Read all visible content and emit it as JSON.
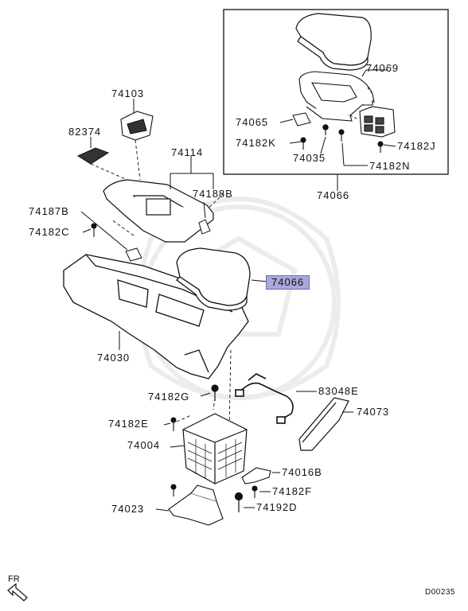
{
  "callouts": {
    "p74103": "74103",
    "p82374": "82374",
    "p74114": "74114",
    "p74188B": "74188B",
    "p74187B": "74187B",
    "p74182C": "74182C",
    "p74066_hl": "74066",
    "p74030": "74030",
    "p74182G": "74182G",
    "p83048E": "83048E",
    "p74182E": "74182E",
    "p74073": "74073",
    "p74004": "74004",
    "p74016B": "74016B",
    "p74182F": "74182F",
    "p74023": "74023",
    "p74192D": "74192D",
    "p74069": "74069",
    "p74065": "74065",
    "p74182K": "74182K",
    "p74182J": "74182J",
    "p74035": "74035",
    "p74182N": "74182N",
    "p74066_box": "74066"
  },
  "footer": {
    "fr_label": "FR",
    "diagram_code": "D00235"
  },
  "colors": {
    "highlight": "#a9a8dc",
    "line": "#222222",
    "watermark": "#ededed"
  }
}
